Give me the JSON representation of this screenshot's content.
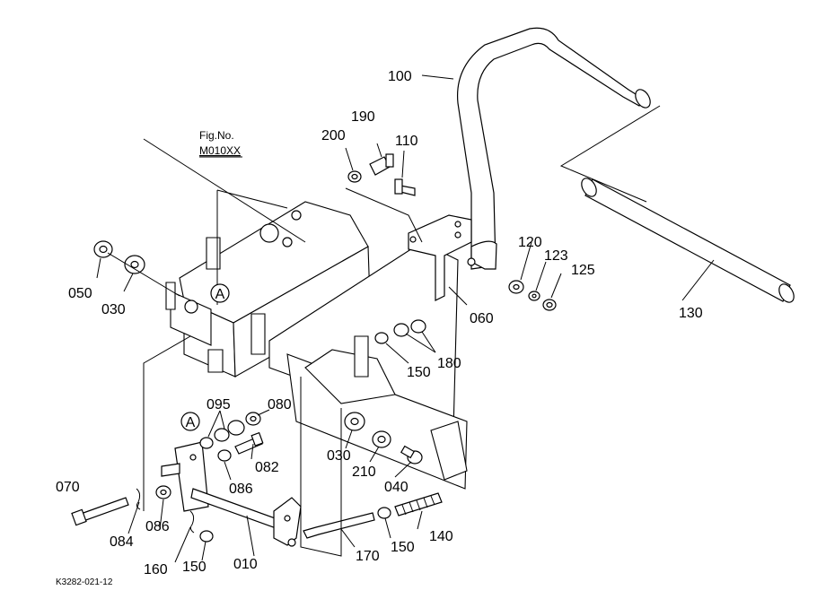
{
  "figure": {
    "fig_label": "Fig.No.",
    "fig_number": "M010XX",
    "code": "K3282-021-12",
    "ref_mark": "A"
  },
  "labels": {
    "p100": "100",
    "p190": "190",
    "p200": "200",
    "p110": "110",
    "p050": "050",
    "p030a": "030",
    "p060": "060",
    "p120": "120",
    "p123": "123",
    "p125": "125",
    "p130": "130",
    "p150a": "150",
    "p180": "180",
    "p095": "095",
    "p080": "080",
    "p082": "082",
    "p086a": "086",
    "p030b": "030",
    "p210": "210",
    "p040": "040",
    "p070": "070",
    "p084": "084",
    "p086b": "086",
    "p160": "160",
    "p150b": "150",
    "p010": "010",
    "p170": "170",
    "p150c": "150",
    "p140": "140"
  },
  "icons": {
    "callout_marker": "circle-letter-a-icon"
  }
}
